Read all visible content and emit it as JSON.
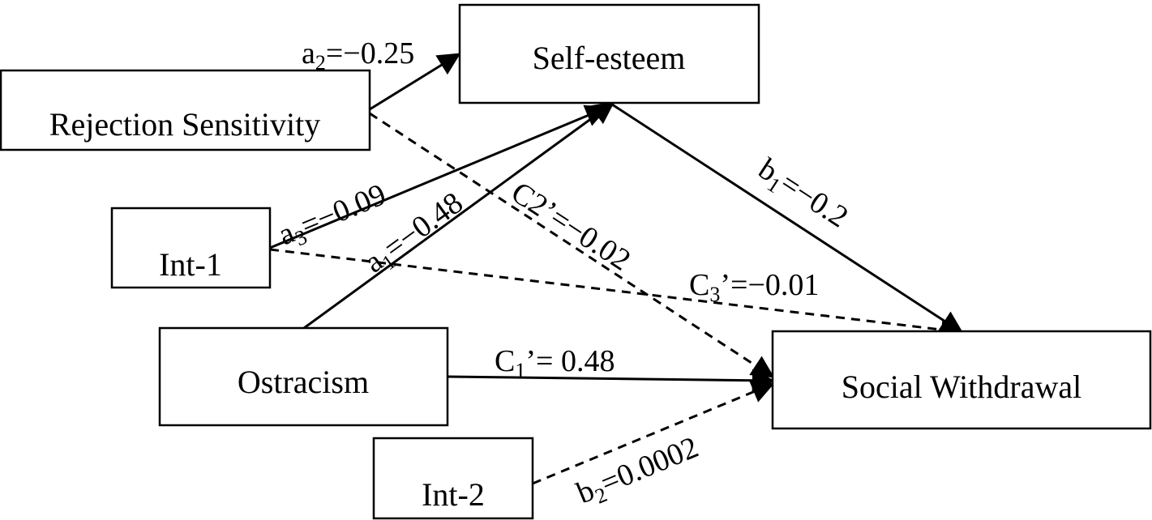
{
  "nodes": {
    "self_esteem": "Self-esteem",
    "rejection_sensitivity": "Rejection Sensitivity",
    "int1": "Int-1",
    "ostracism": "Ostracism",
    "int2": "Int-2",
    "social_withdrawal": "Social Withdrawal"
  },
  "paths": {
    "a2": {
      "sym": "a",
      "sub": "2",
      "rest": "=−0.25",
      "style": "solid"
    },
    "a3": {
      "sym": "a",
      "sub": "3",
      "rest": "=−0.09",
      "style": "solid"
    },
    "a1": {
      "sym": "a",
      "sub": "1",
      "rest": "=−0.48",
      "style": "solid"
    },
    "b1": {
      "sym": "b",
      "sub": "1",
      "rest": "=−0.2",
      "style": "solid"
    },
    "c2": {
      "sym": "C2’",
      "sub": "",
      "rest": "=−0.02",
      "style": "dashed"
    },
    "c3": {
      "sym": "C",
      "sub": "3",
      "rest": "’=−0.01",
      "style": "dashed"
    },
    "c1": {
      "sym": "C",
      "sub": "1",
      "rest": "’= 0.48",
      "style": "solid"
    },
    "b2": {
      "sym": "b",
      "sub": "2",
      "rest": "=0.0002",
      "style": "dashed"
    }
  }
}
